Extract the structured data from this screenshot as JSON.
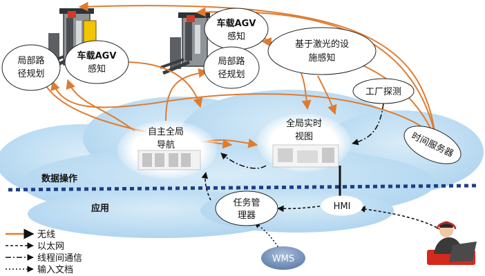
{
  "nodes": {
    "local_path_1": [
      "局部路",
      "径规划"
    ],
    "agv_perception_1": [
      "车载AGV",
      "感知"
    ],
    "agv_perception_2": [
      "车载AGV",
      "感知"
    ],
    "local_path_2": [
      "局部路",
      "径规划"
    ],
    "laser_facility": [
      "基于激光的设",
      "施感知"
    ],
    "factory_detect": "工厂探测",
    "autonomous_nav": [
      "自主全局",
      "导航"
    ],
    "global_view": [
      "全局实时",
      "视图"
    ],
    "time_server": "时间服务器",
    "task_manager": [
      "任务管",
      "理器"
    ],
    "hmi": "HMI",
    "wms": "WMS"
  },
  "layers": {
    "data_ops": "数据操作",
    "application": "应用"
  },
  "legend": [
    {
      "label": "无线",
      "style": "wireless"
    },
    {
      "label": "以太网",
      "style": "ethernet"
    },
    {
      "label": "线程间通信",
      "style": "interthread"
    },
    {
      "label": "输入文档",
      "style": "input-doc"
    }
  ],
  "colors": {
    "wireless": "#e07b2e",
    "cloud": "#bcdcf1",
    "divider": "#1f3e86",
    "wms": "#6d8bb3",
    "text": "#111111"
  }
}
